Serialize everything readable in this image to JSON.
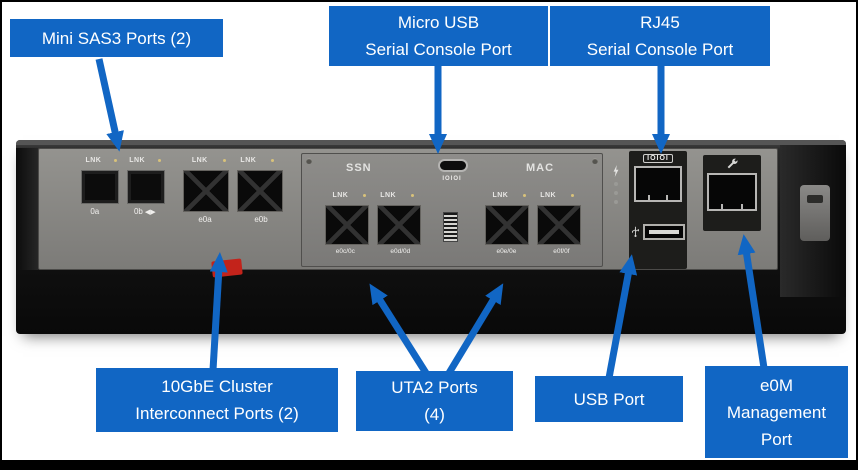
{
  "colors": {
    "accent": "#1166c4",
    "tab_red": "#c3231b"
  },
  "callouts": {
    "mini_sas": {
      "lines": [
        "Mini SAS3 Ports (2)"
      ]
    },
    "micro_usb": {
      "lines": [
        "Micro USB",
        "Serial Console Port"
      ]
    },
    "rj45": {
      "lines": [
        "RJ45",
        "Serial Console Port"
      ]
    },
    "cluster": {
      "lines": [
        "10GbE Cluster",
        "Interconnect Ports (2)"
      ]
    },
    "uta2": {
      "lines": [
        "UTA2  Ports",
        "(4)"
      ]
    },
    "usb": {
      "lines": [
        "USB Port"
      ]
    },
    "e0m": {
      "lines": [
        "e0M",
        "Management",
        "Port"
      ]
    }
  },
  "panel": {
    "lnk_label": "LNK",
    "sas_ports": [
      "0a",
      "0b"
    ],
    "sas_direction_icon": "◀▶",
    "cluster_ports": [
      "e0a",
      "e0b"
    ],
    "ssn_label": "SSN",
    "mac_label": "MAC",
    "micro_usb_label": "IOIOI",
    "console_label": "IOIOI",
    "uta2_ports": [
      "e0c/0c",
      "e0d/0d",
      "e0e/0e",
      "e0f/0f"
    ]
  }
}
